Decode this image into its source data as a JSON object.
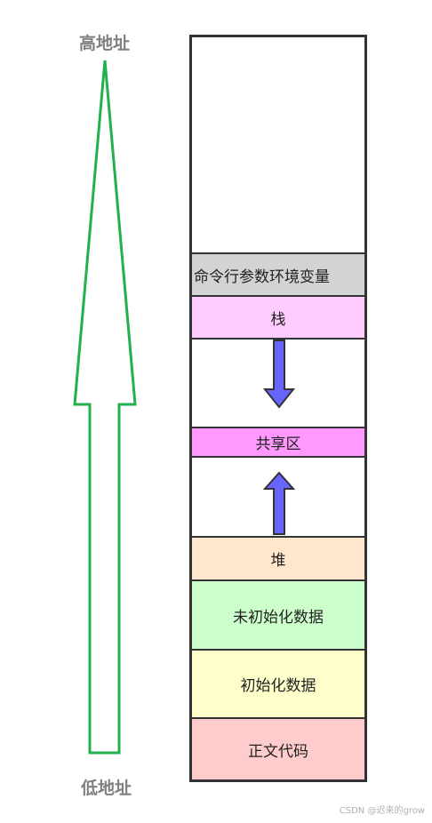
{
  "labels": {
    "high_address": "高地址",
    "low_address": "低地址"
  },
  "regions": {
    "env": {
      "label": "命令行参数环境变量",
      "color": "#d3d3d3"
    },
    "stack": {
      "label": "栈",
      "color": "#ffccff"
    },
    "stack_gap": {
      "label": "",
      "color": "#ffffff"
    },
    "shared": {
      "label": "共享区",
      "color": "#ff99ff"
    },
    "heap_gap": {
      "label": "",
      "color": "#ffffff"
    },
    "heap": {
      "label": "堆",
      "color": "#ffe6cc"
    },
    "bss": {
      "label": "未初始化数据",
      "color": "#ccffcc"
    },
    "data": {
      "label": "初始化数据",
      "color": "#ffffcc"
    },
    "text": {
      "label": "正文代码",
      "color": "#ffcccc"
    }
  },
  "colors": {
    "address_arrow": "#22b14c",
    "growth_arrow_fill": "#6666ff",
    "growth_arrow_stroke": "#333333",
    "border": "#333333"
  },
  "watermark": "CSDN @迟来的grow"
}
